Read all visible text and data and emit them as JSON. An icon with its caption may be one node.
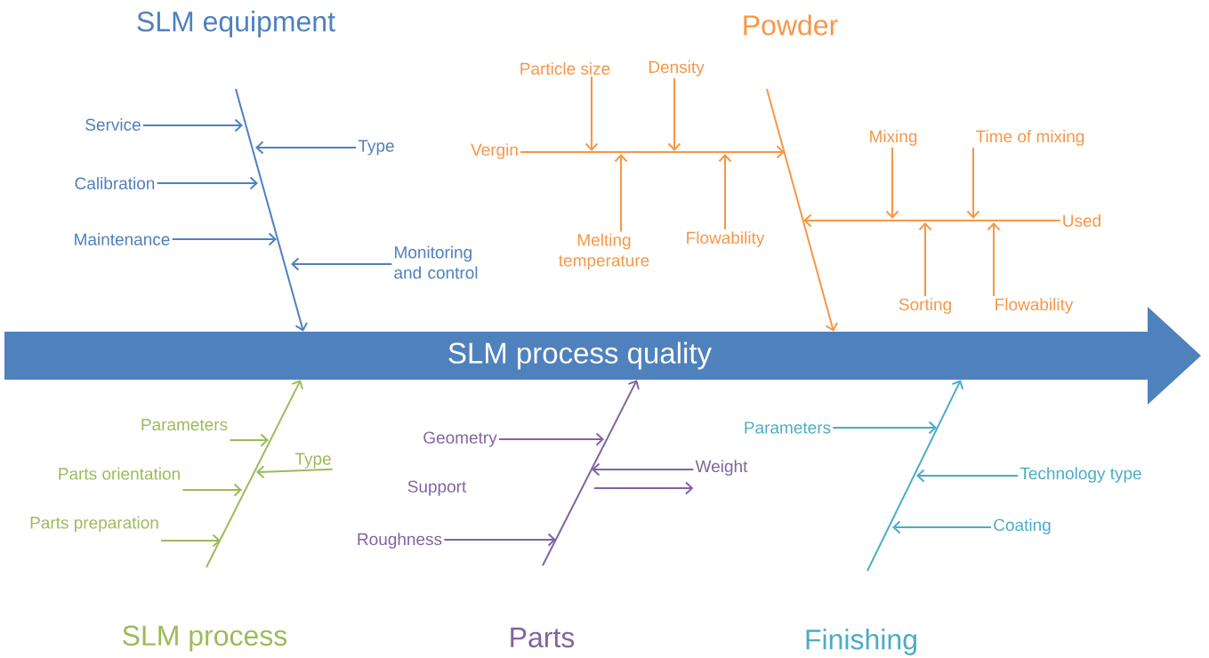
{
  "diagram": {
    "nodes": [
      {
        "text": [
          "Service"
        ]
      },
      {
        "text": [
          "Type"
        ]
      },
      {
        "text": [
          "Calibration"
        ]
      },
      {
        "text": [
          "Maintenance"
        ]
      },
      {
        "text": [
          "Monitoring and control"
        ]
      },
      {
        "text": [
          "Particle size"
        ]
      },
      {
        "text": [
          "Density"
        ]
      },
      {
        "text": [
          "Vergin"
        ]
      },
      {
        "text": [
          "Melting temperature"
        ]
      },
      {
        "text": [
          "Flowability"
        ]
      },
      {
        "text": [
          "Mixing"
        ]
      },
      {
        "text": [
          "Time of mixing"
        ]
      },
      {
        "text": [
          "Used"
        ]
      },
      {
        "text": [
          "Sorting"
        ]
      },
      {
        "text": [
          "Flowability"
        ]
      },
      {
        "text": [
          "SLM process quality"
        ]
      },
      {
        "text": [
          "Parameters"
        ]
      },
      {
        "text": [
          "Type"
        ]
      },
      {
        "text": [
          "Parts orientation"
        ]
      },
      {
        "text": [
          "Parts preparation"
        ]
      },
      {
        "text": [
          "Geometry"
        ]
      },
      {
        "text": [
          "Weight"
        ]
      },
      {
        "text": [
          "Roughness"
        ]
      },
      {
        "text": [
          "Parameters"
        ]
      },
      {
        "text": [
          "Technology type"
        ]
      },
      {
        "text": [
          "Coating"
        ]
      }
    ],
    "edges": [
      {
        "from": null,
        "to": 15,
        "arrow": "to",
        "color": "#4f81bd"
      },
      {
        "from": 0,
        "to": null,
        "arrow": "to",
        "color": "#4f81bd"
      },
      {
        "from": 1,
        "to": null,
        "arrow": "to",
        "color": "#4f81bd"
      },
      {
        "from": 2,
        "to": null,
        "arrow": "to",
        "color": "#4f81bd"
      },
      {
        "from": 3,
        "to": null,
        "arrow": "to",
        "color": "#4f81bd"
      },
      {
        "from": 4,
        "to": null,
        "arrow": "to",
        "color": "#4f81bd"
      },
      {
        "from": null,
        "to": 15,
        "arrow": "to",
        "color": "#f79646"
      },
      {
        "from": 7,
        "to": null,
        "arrow": "to",
        "color": "#f79646"
      },
      {
        "from": 5,
        "to": null,
        "arrow": "to",
        "color": "#f79646"
      },
      {
        "from": 6,
        "to": null,
        "arrow": "to",
        "color": "#f79646"
      },
      {
        "from": 8,
        "to": null,
        "arrow": "to",
        "color": "#f79646"
      },
      {
        "from": 9,
        "to": null,
        "arrow": "to",
        "color": "#f79646"
      },
      {
        "from": 12,
        "to": null,
        "arrow": "to",
        "color": "#f79646"
      },
      {
        "from": 10,
        "to": null,
        "arrow": "to",
        "color": "#f79646"
      },
      {
        "from": 11,
        "to": null,
        "arrow": "to",
        "color": "#f79646"
      },
      {
        "from": 13,
        "to": null,
        "arrow": "to",
        "color": "#f79646"
      },
      {
        "from": 14,
        "to": null,
        "arrow": "to",
        "color": "#f79646"
      },
      {
        "from": null,
        "to": 15,
        "arrow": "to",
        "color": "#9bbb59"
      },
      {
        "from": 16,
        "to": null,
        "arrow": "to",
        "color": "#9bbb59"
      },
      {
        "from": 17,
        "to": null,
        "arrow": "to",
        "color": "#9bbb59"
      },
      {
        "from": 18,
        "to": null,
        "arrow": "to",
        "color": "#9bbb59"
      },
      {
        "from": 19,
        "to": null,
        "arrow": "to",
        "color": "#9bbb59"
      },
      {
        "from": null,
        "to": 15,
        "arrow": "to",
        "color": "#8064a2"
      },
      {
        "from": 20,
        "to": null,
        "arrow": "to",
        "color": "#8064a2"
      },
      {
        "from": 21,
        "to": null,
        "arrow": "to",
        "color": "#8064a2"
      },
      {
        "from": null,
        "to": 21,
        "arrow": "to",
        "color": "#8064a2"
      },
      {
        "from": 22,
        "to": null,
        "arrow": "to",
        "color": "#8064a2"
      },
      {
        "from": null,
        "to": 15,
        "arrow": "to",
        "color": "#4bacc6"
      },
      {
        "from": 23,
        "to": null,
        "arrow": "to",
        "color": "#4bacc6"
      },
      {
        "from": 24,
        "to": null,
        "arrow": "to",
        "color": "#4bacc6"
      },
      {
        "from": 25,
        "to": null,
        "arrow": "to",
        "color": "#4bacc6"
      }
    ],
    "labels": [
      "SLM equipment",
      "Powder",
      "Support",
      "SLM process",
      "Parts",
      "Finishing"
    ]
  }
}
